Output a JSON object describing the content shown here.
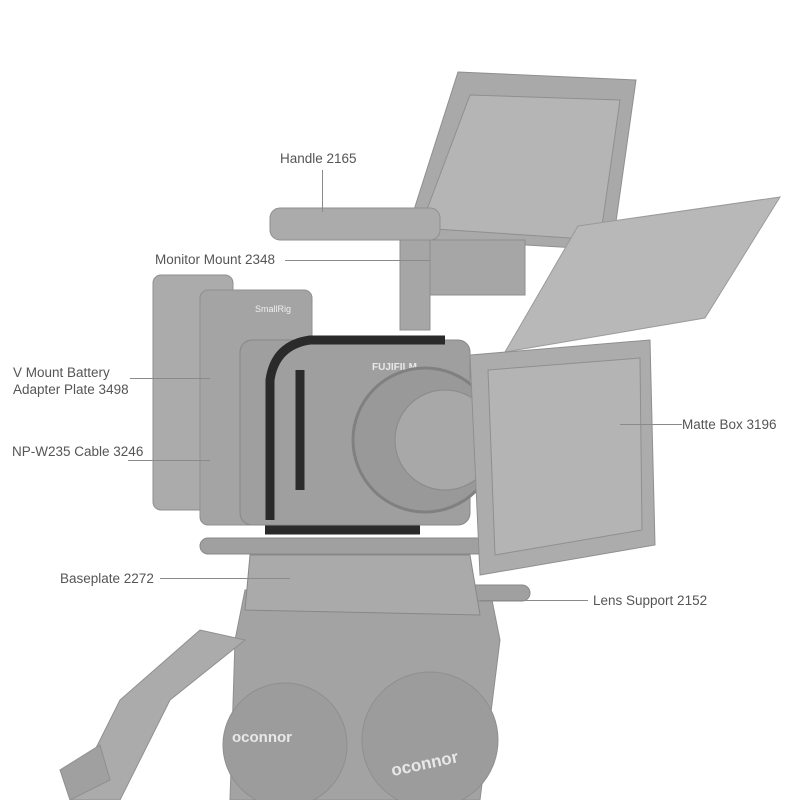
{
  "callouts": {
    "handle": "Handle 2165",
    "monitor_mount": "Monitor Mount 2348",
    "v_mount_line1": "V Mount Battery",
    "v_mount_line2": "Adapter Plate 3498",
    "np_cable": "NP-W235 Cable 3246",
    "baseplate": "Baseplate 2272",
    "matte_box": "Matte Box 3196",
    "lens_support": "Lens Support 2152"
  },
  "logos": {
    "camera_brand": "FUJIFILM",
    "rig_brand": "SmallRig",
    "tripod_brand": "oconnor"
  },
  "colors": {
    "text": "#555555",
    "accessory_gray": "#a9a9a9",
    "cage_black": "#2a2a2a"
  }
}
